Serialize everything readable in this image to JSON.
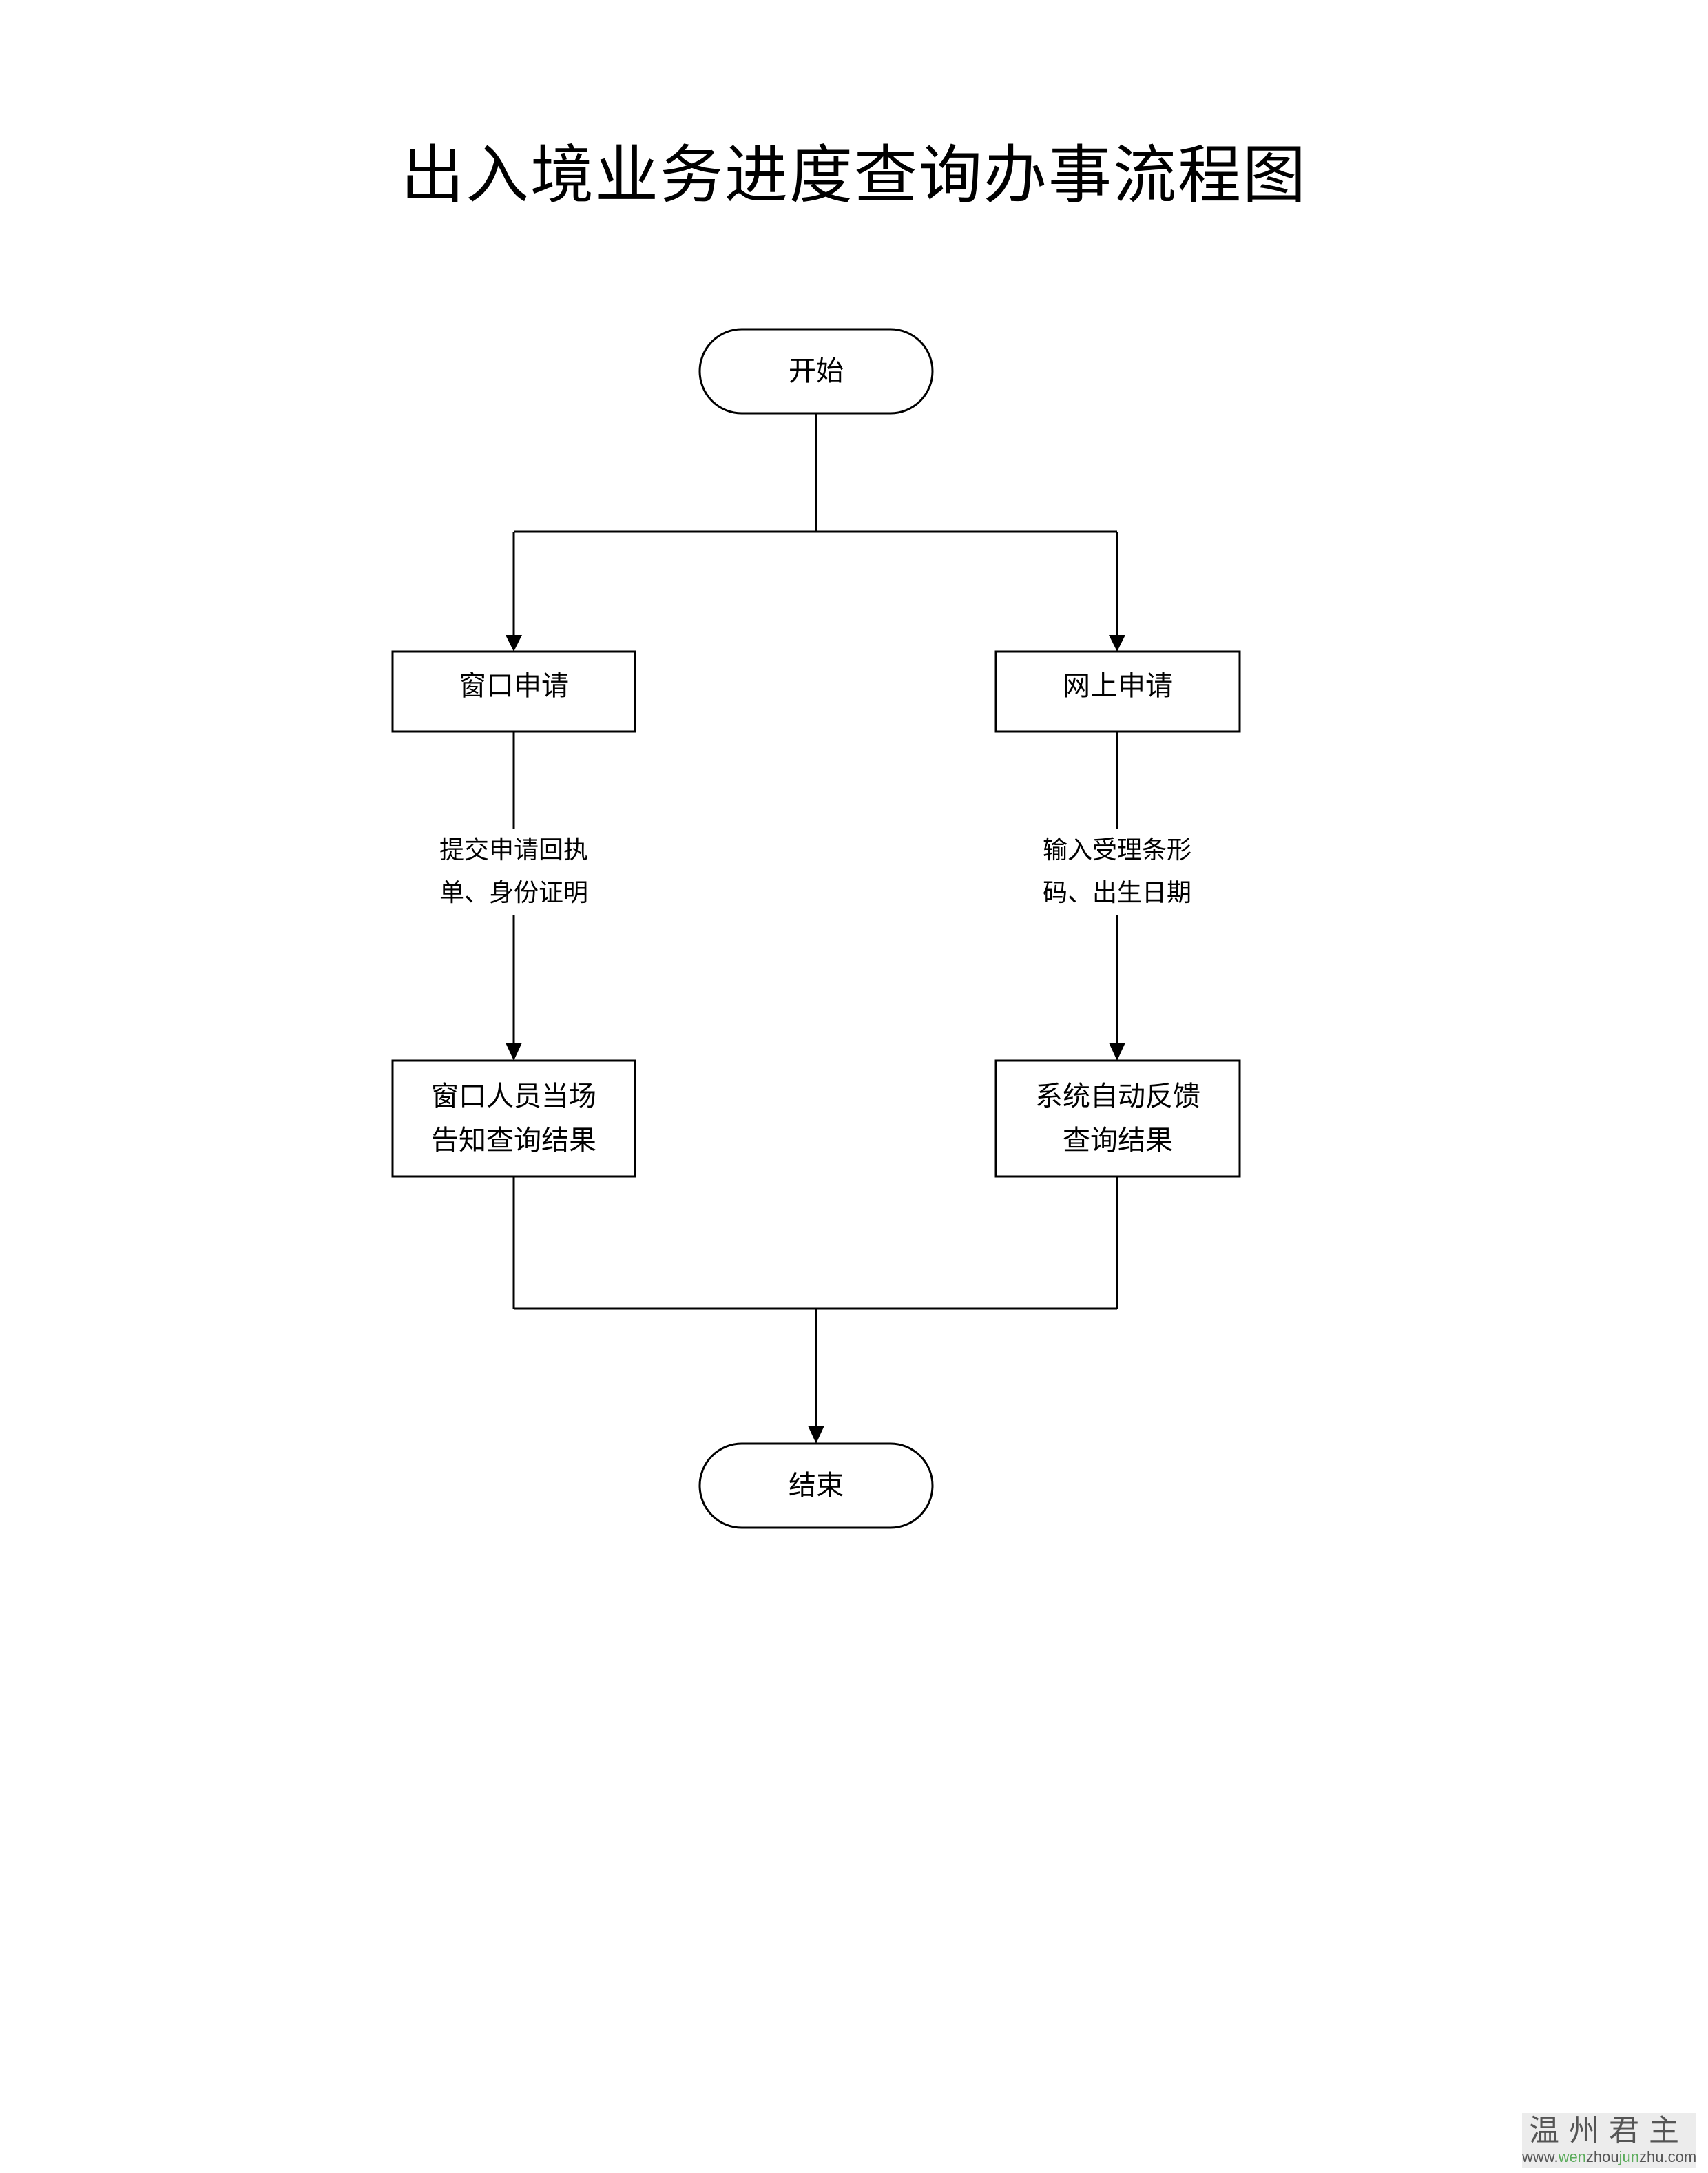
{
  "title": "出入境业务进度查询办事流程图",
  "nodes": {
    "start": "开始",
    "window_apply": "窗口申请",
    "online_apply": "网上申请",
    "window_result": [
      "窗口人员当场",
      "告知查询结果"
    ],
    "system_result": [
      "系统自动反馈",
      "查询结果"
    ],
    "end": "结束"
  },
  "edges": {
    "window_label": [
      "提交申请回执",
      "单、身份证明"
    ],
    "online_label": [
      "输入受理条形",
      "码、出生日期"
    ]
  },
  "watermark": {
    "name": "温州君主",
    "url_parts": [
      "www.",
      "wen",
      "zhou",
      "jun",
      "zhu.com"
    ],
    "accent_color": "#5aab5a"
  }
}
